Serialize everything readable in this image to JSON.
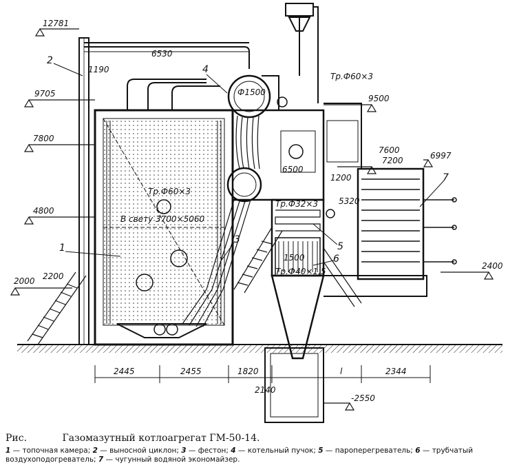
{
  "caption": {
    "prefix": "Рис.",
    "title": "Газомазутный котлоагрегат ГМ-50-14."
  },
  "legend": [
    {
      "num": "1",
      "text": " — топочная камера; "
    },
    {
      "num": "2",
      "text": " — выносной циклон; "
    },
    {
      "num": "3",
      "text": " — фестон; "
    },
    {
      "num": "4",
      "text": " — котельный пучок; "
    },
    {
      "num": "5",
      "text": " — пароперегреватель; "
    },
    {
      "num": "6",
      "text": " — трубчатый воздухоподогреватель; "
    },
    {
      "num": "7",
      "text": " — чугунный водяной экономайзер."
    }
  ],
  "elevations": {
    "e12781": "12781",
    "e9705": "9705",
    "e7800": "7800",
    "e4800": "4800",
    "e2000": "2000",
    "e2200": "2200",
    "e9500": "9500",
    "e7600": "7600",
    "e7200": "7200",
    "e6997": "6997",
    "e5320": "5320",
    "e2400": "2400",
    "e2550": "-2550"
  },
  "dimensions": {
    "d6530": "6530",
    "d1190": "1190",
    "d6500": "6500",
    "d1200": "1200",
    "d1500": "1500",
    "d2445": "2445",
    "d2455": "2455",
    "d1820": "1820",
    "dl": "l",
    "d2344": "2344",
    "d2140": "2140"
  },
  "annotations": {
    "drum_top": "Ф1500",
    "pipe_top": "Тр.Ф60×3",
    "pipe_left": "Тр.Ф60×3",
    "inner_size": "В свету 3700×5060",
    "pipe_32": "Тр.Ф32×3",
    "pipe_40": "Тр.Ф40×1,5"
  },
  "callouts": {
    "c1": "1",
    "c2": "2",
    "c3": "3",
    "c4": "4",
    "c5": "5",
    "c6": "6",
    "c7": "7"
  }
}
